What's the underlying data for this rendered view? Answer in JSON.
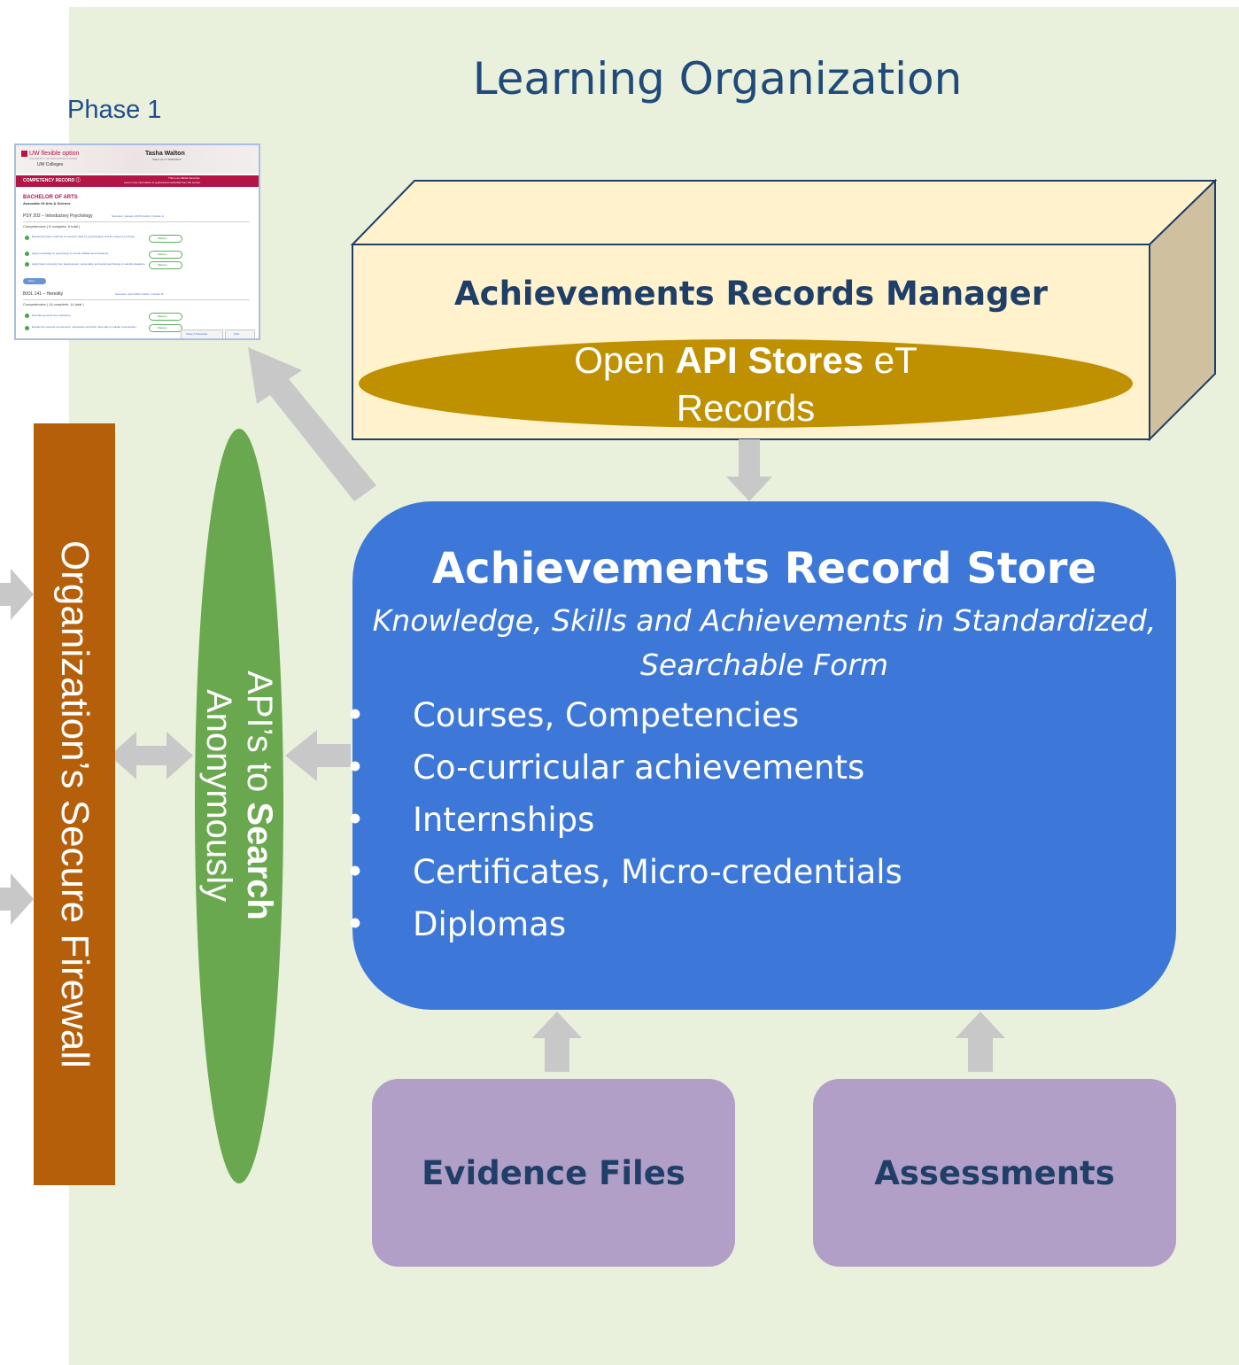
{
  "diagram": {
    "title": "Learning Organization",
    "phase_label": "Phase 1",
    "thumbnail": {
      "brand": "UW flexible option",
      "brand_sub": "UNIVERSITY OF WISCONSIN SYSTEM",
      "campus": "UW Colleges",
      "student_name": "Tasha Walton",
      "student_date": "Status as of: 09/09/2015",
      "bar_title": "COMPETENCY RECORD ⓘ",
      "bar_note1": "This is an official transcript.",
      "bar_note2": "Learn more information to guaranteed credential from the source.",
      "degree": "BACHELOR OF ARTS",
      "degree_sub": "Associate Of Arts & Science",
      "course1": "PSY 202 – Introductory Psychology",
      "course1_meta": "Semester: January 2015     Credits: 3     Grade: A",
      "course1_comp": "Competencies ( 6 complete, 6 total )",
      "c1_items": [
        "Explain the basic methods of research used by psychologists and the reasons for these.",
        "Apply knowledge of psychology to human abilities and limitations.",
        "Apply basic concepts from development, personality, and social psychology to real-life situations."
      ],
      "mastery": "Mastery",
      "more": "More...",
      "course2": "BIOL 141 – Heredity",
      "course2_meta": "Semester: April 2015     Credits: 3     Grade: B",
      "course2_comp": "Competencies ( 14 complete, 14 total )",
      "c2_items": [
        "Describe genetics as a discipline.",
        "Explain the relevant components, cell division and their roles play in cellular reproduction."
      ],
      "btn1": "Order A Transcript",
      "btn2": "Print"
    },
    "firewall_label": "Organization’s Secure Firewall",
    "api_search_prefix": "API’s to ",
    "api_search_bold": "Search",
    "api_search_line2": "Anonymously",
    "manager_label": "Achievements Records Manager",
    "open_api_prefix": "Open ",
    "open_api_bold": "API Stores",
    "open_api_suffix": " eT",
    "open_api_line2": "Records",
    "store_title": "Achievements Record Store",
    "store_subtitle_line1": "Knowledge, Skills and Achievements in Standardized,",
    "store_subtitle_line2": "Searchable Form",
    "bullet_char": "•",
    "store_bullets": [
      "Courses, Competencies",
      "Co-curricular achievements",
      "Internships",
      "Certificates, Micro-credentials",
      "Diplomas"
    ],
    "evidence_label": "Evidence Files",
    "assessments_label": "Assessments"
  },
  "colors": {
    "background": "#e9f0dc",
    "title": "#1f4a7a",
    "firewall": "#b65f0a",
    "api_oval": "#6aa84f",
    "manager_front": "#fff2cc",
    "manager_side": "#cfc1a0",
    "api_ellipse": "#bf9000",
    "store": "#3d78d8",
    "purple_box": "#b19fc7",
    "arrow": "#c8c8c8"
  }
}
